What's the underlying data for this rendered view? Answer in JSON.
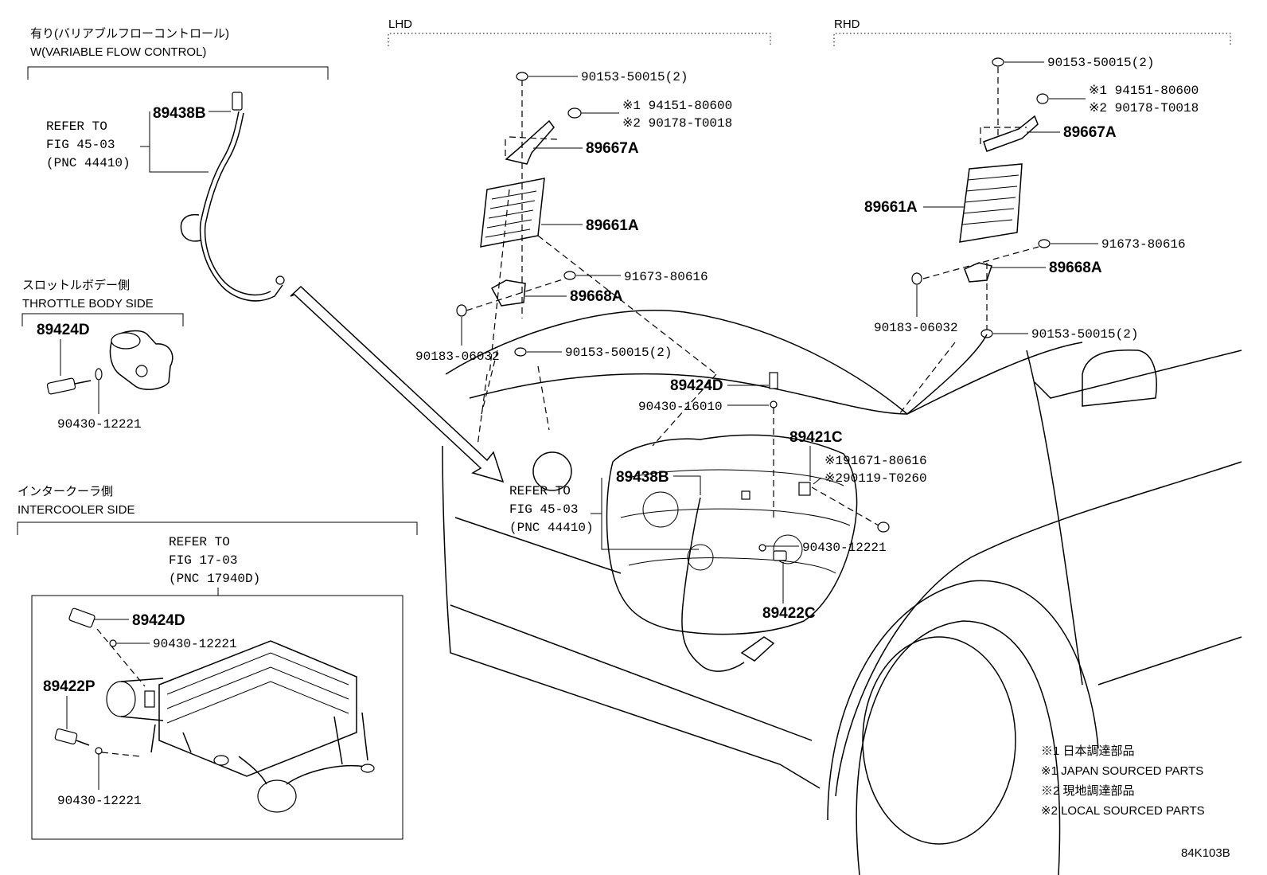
{
  "sections": {
    "variable_flow": {
      "title_jp": "有り(バリアブルフローコントロール)",
      "title_en": "W(VARIABLE FLOW CONTROL)"
    },
    "lhd": {
      "title": "LHD"
    },
    "rhd": {
      "title": "RHD"
    },
    "throttle": {
      "title_jp": "スロットルボデー側",
      "title_en": "THROTTLE BODY SIDE"
    },
    "intercooler": {
      "title_jp": "インタークーラ側",
      "title_en": "INTERCOOLER SIDE"
    }
  },
  "refs": {
    "vfc": {
      "l1": "REFER TO",
      "l2": "FIG 45-03",
      "l3": "(PNC 44410)"
    },
    "engine": {
      "l1": "REFER TO",
      "l2": "FIG 45-03",
      "l3": "(PNC 44410)"
    },
    "intercooler": {
      "l1": "REFER TO",
      "l2": "FIG 17-03",
      "l3": "(PNC 17940D)"
    }
  },
  "parts": {
    "vfc_89438B": "89438B",
    "thr_89424D": "89424D",
    "thr_90430": "90430-12221",
    "ic_89424D": "89424D",
    "ic_90430_top": "90430-12221",
    "ic_89422P": "89422P",
    "ic_90430_bot": "90430-12221",
    "lhd_90153_top": "90153-50015(2)",
    "lhd_94151": "※1 94151-80600",
    "lhd_90178": "※2 90178-T0018",
    "lhd_89667A": "89667A",
    "lhd_89661A": "89661A",
    "lhd_91673": "91673-80616",
    "lhd_89668A": "89668A",
    "lhd_90183": "90183-06032",
    "lhd_90153_bot": "90153-50015(2)",
    "rhd_90153_top": "90153-50015(2)",
    "rhd_94151": "※1 94151-80600",
    "rhd_90178": "※2 90178-T0018",
    "rhd_89667A": "89667A",
    "rhd_89661A": "89661A",
    "rhd_91673": "91673-80616",
    "rhd_89668A": "89668A",
    "rhd_90183": "90183-06032",
    "rhd_90153_bot": "90153-50015(2)",
    "eng_89424D": "89424D",
    "eng_90430_16010": "90430-16010",
    "eng_89421C": "89421C",
    "eng_91671": "※191671-80616",
    "eng_90119": "※290119-T0260",
    "eng_89438B": "89438B",
    "eng_90430_12221": "90430-12221",
    "eng_89422C": "89422C"
  },
  "legend": {
    "l1": "※1 日本調達部品",
    "l2": "※1 JAPAN SOURCED PARTS",
    "l3": "※2 現地調達部品",
    "l4": "※2 LOCAL SOURCED PARTS"
  },
  "figure_code": "84K103B"
}
